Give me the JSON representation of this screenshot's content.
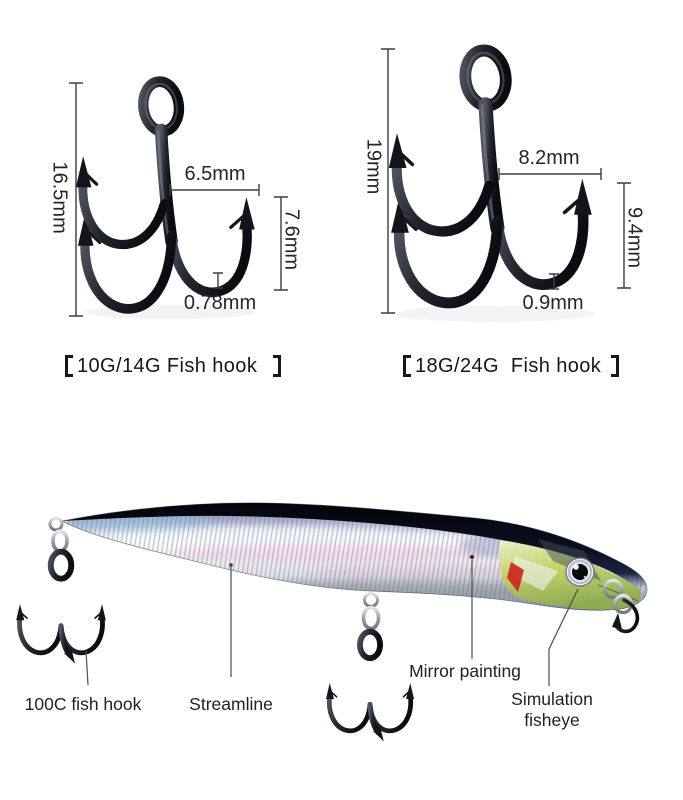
{
  "hook_diagrams": [
    {
      "caption_full": "【10G/14G Fish hook 】",
      "caption": "10G/14G Fish hook  ",
      "dim_height": "16.5mm",
      "dim_gap": "6.5mm",
      "dim_point": "7.6mm",
      "dim_wire": "0.78mm"
    },
    {
      "caption_full": "【18G/24G  Fish hook 】",
      "caption": "18G/24G  Fish hook ",
      "dim_height": "19mm",
      "dim_gap": "8.2mm",
      "dim_point": "9.4mm",
      "dim_wire": "0.9mm"
    }
  ],
  "lure_callouts": [
    {
      "label": "100C fish hook"
    },
    {
      "label": "Streamline"
    },
    {
      "label": "Mirror painting"
    },
    {
      "label": "Simulation fisheye"
    }
  ],
  "colors": {
    "background": "#ffffff",
    "text": "#1c1c20",
    "dimension_line": "#3d3d42",
    "hook_metal_dark": "#0b0c11",
    "hook_metal_light": "#51545f",
    "lure_back": "#05070e",
    "lure_body_silver": "#f2f0f3",
    "lure_belly": "#81868f",
    "lure_head_green": "#b9cf62",
    "lure_gill_red": "#cf2b22",
    "eye_pupil": "#0a0a0e",
    "ring_silver": "#c3c7cf"
  }
}
